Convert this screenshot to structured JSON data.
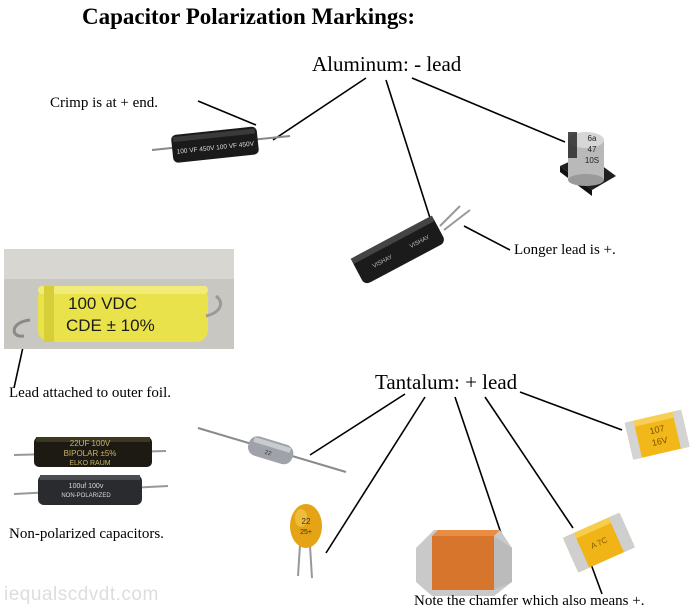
{
  "title": "Capacitor Polarization Markings:",
  "aluminum": {
    "heading": "Aluminum:  - lead",
    "crimp_note": "Crimp is at + end.",
    "longer_lead_note": "Longer lead is +.",
    "axial_marking": "100 VF 450V   100 VF 450V",
    "smd_marking": [
      "6a",
      "47",
      "10S"
    ]
  },
  "film": {
    "marking_line1": "100 VDC",
    "marking_line2": "CDE ± 10%",
    "note": "Lead attached to outer foil."
  },
  "nonpolar": {
    "bipolar_marking": [
      "22UF 100V",
      "BIPOLAR ±5%",
      "ELKO RAUM"
    ],
    "np_marking": [
      "100uf 100v",
      "NON-POLARIZED"
    ],
    "note": "Non-polarized capacitors."
  },
  "tantalum": {
    "heading": "Tantalum:  + lead",
    "chip_marking": [
      "107",
      "16V"
    ],
    "dip_marking": [
      "22",
      "25+"
    ],
    "chamfer_note": "Note the chamfer which also means +.",
    "yellow_chip_marking": "A 7C"
  },
  "watermark": "iequalscdvdt.com",
  "colors": {
    "alum_black": "#1a1a1a",
    "film_yellow": "#e9e24a",
    "tant_yellow": "#f2b81a",
    "tant_orange": "#d8752d"
  }
}
